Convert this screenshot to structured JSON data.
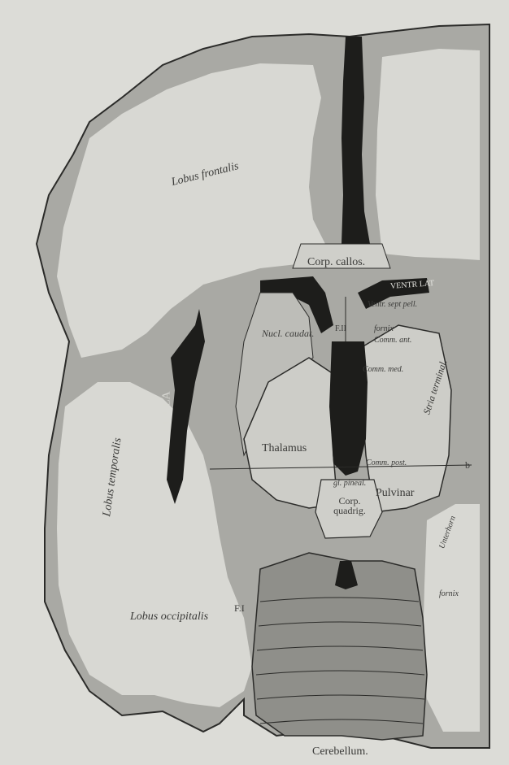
{
  "colors": {
    "paper": "#dcdcd7",
    "cortex": "#a9a9a4",
    "white_matter": "#d8d8d3",
    "ventricle": "#1d1d1b",
    "ink": "#2b2b29"
  },
  "labels": {
    "lobus_frontalis": "Lobus frontalis",
    "corp_callos": "Corp. callos.",
    "ventr_lat": "VENTR LAT",
    "ventr_sept_pell": "Ventr. sept pell.",
    "fornix_upper": "fornix",
    "comm_ant": "Comm. ant.",
    "fii": "F.II",
    "nucl_caudat": "Nucl. caudat.",
    "insula": "INSULA",
    "comm_med": "Comm. med.",
    "stria_terminal": "Stria terminal.",
    "lobus_temporalis": "Lobus temporalis",
    "thalamus": "Thalamus",
    "comm_post": "Comm. post.",
    "b": "b",
    "gl_pineal": "gl. pineal.",
    "corp_quadrig": "Corp. quadrig.",
    "pulvinar": "Pulvinar",
    "unterhorn": "Unterhorn",
    "fi": "F.I",
    "fornix_lower": "fornix",
    "lobus_occipitalis": "Lobus occipitalis",
    "cerebellum": "Cerebellum."
  }
}
